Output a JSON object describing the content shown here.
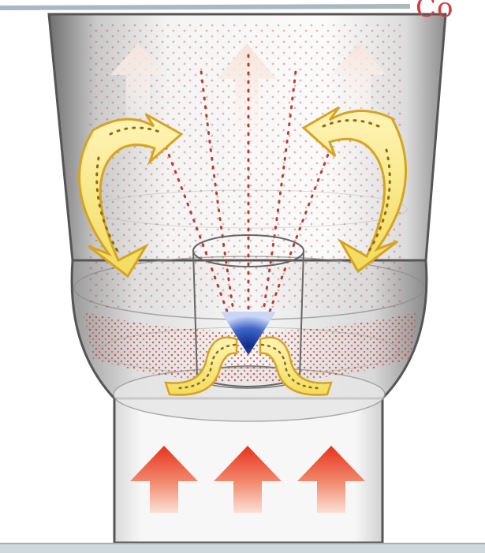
{
  "corner_text": "Co",
  "colors": {
    "particle": "#c0392b",
    "swirl_arrow_fill": "#f7e98a",
    "swirl_arrow_stroke": "#d7a321",
    "upflow_arrow": "#f5d3c6",
    "inlet_arrow_top": "#e8321c",
    "inlet_arrow_bottom": "#fde0d6",
    "center_cone": "#1b3f9e",
    "vessel_outline": "#555555"
  },
  "icons": [
    "swirl-arrow-left",
    "swirl-arrow-right",
    "inner-swirl-left",
    "inner-swirl-right",
    "upflow-arrow",
    "inlet-arrow",
    "center-cone"
  ]
}
